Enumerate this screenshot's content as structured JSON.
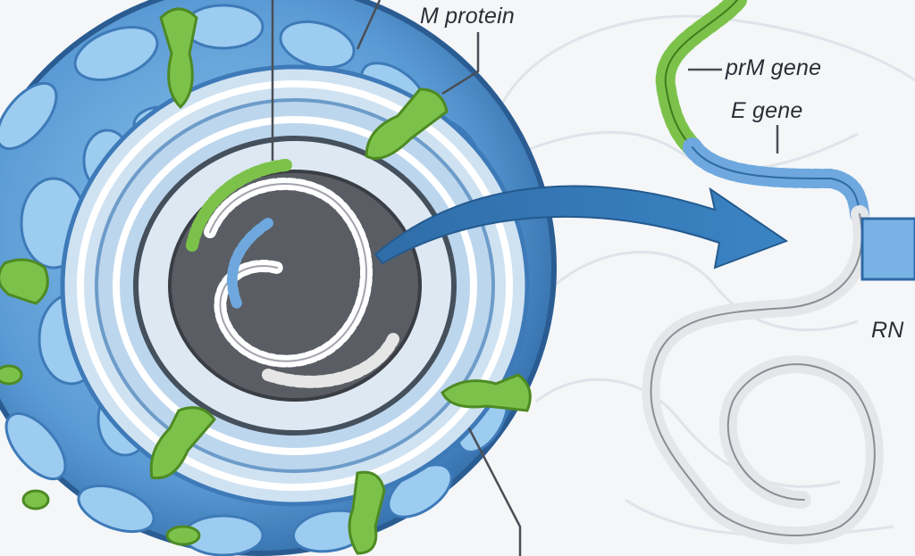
{
  "labels": {
    "m_protein": "M protein",
    "prm_gene": "prM gene",
    "e_gene": "E gene",
    "rna": "RN"
  },
  "colors": {
    "background": "#f4f6f8",
    "envelope_dark": "#3a78b8",
    "envelope_light": "#8cc0e8",
    "protein_green": "#7cc24a",
    "rna_gray": "#d8dadd",
    "core_dark": "#4a4d52",
    "arrow_blue": "#2f6da8",
    "label_text": "#2a2f36"
  },
  "icons": [
    "virus-particle-icon",
    "rna-helix-icon",
    "arrow-icon"
  ]
}
